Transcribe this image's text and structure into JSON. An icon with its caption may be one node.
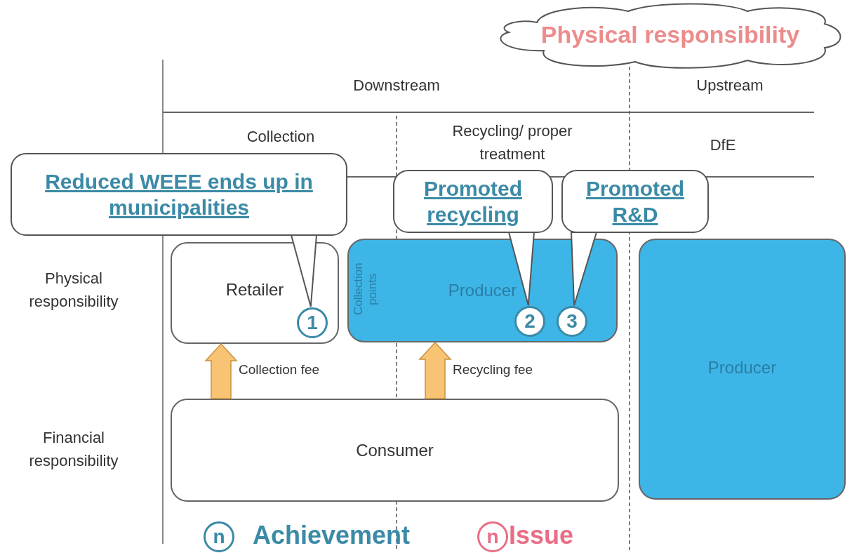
{
  "diagram": {
    "nodes": [
      {
        "text": [
          "Physical responsibility"
        ]
      },
      {
        "text": [
          "Reduced WEEE ends up in municipalities"
        ]
      },
      {
        "text": [
          "Promoted recycling"
        ]
      },
      {
        "text": [
          "Promoted R&D"
        ]
      },
      {
        "text": [
          "Retailer"
        ]
      },
      {
        "text": [
          "Collection points",
          "Producer"
        ]
      },
      {
        "text": [
          "1"
        ],
        "in": 4
      },
      {
        "text": [
          "2"
        ],
        "in": 5
      },
      {
        "text": [
          "3"
        ],
        "in": 5
      },
      {
        "text": [
          "Producer"
        ]
      },
      {
        "text": [
          "Consumer"
        ]
      }
    ],
    "edges": [
      {
        "from": 1,
        "to": 6,
        "arrow": "none"
      },
      {
        "from": 2,
        "to": 7,
        "arrow": "none"
      },
      {
        "from": 3,
        "to": 8,
        "arrow": "none"
      },
      {
        "from": 10,
        "to": 4,
        "arrow": "to",
        "label": "Collection fee",
        "style": "thick",
        "color": "#f8c373"
      },
      {
        "from": 10,
        "to": 5,
        "arrow": "to",
        "label": "Recycling fee",
        "style": "thick",
        "color": "#f8c373"
      }
    ],
    "labels": [
      "Downstream",
      "Upstream",
      "Collection",
      "Recycling/ proper treatment",
      "DfE",
      "Physical responsibility",
      "Financial responsibility",
      "n",
      "n"
    ],
    "legend": [
      {
        "text": "Achievement"
      },
      {
        "text": "Issue"
      }
    ]
  }
}
